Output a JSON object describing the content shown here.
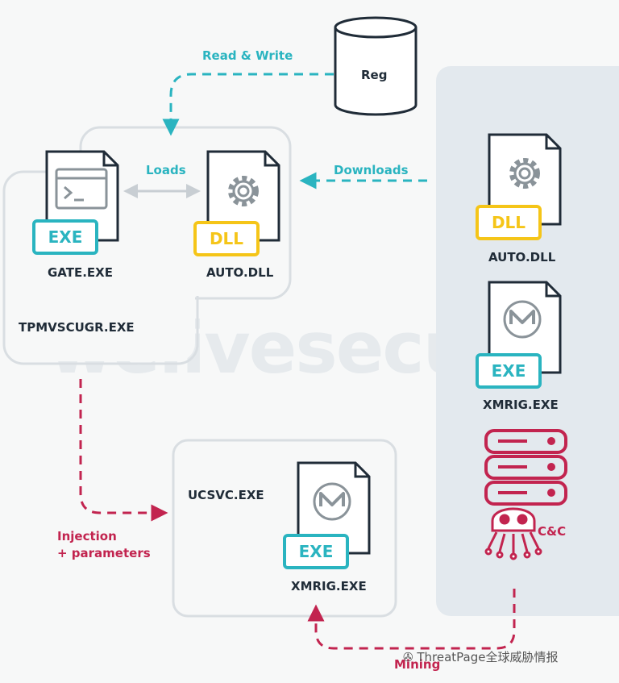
{
  "watermark": "welivesecurity",
  "footer": {
    "text": "ThreatPage全球威胁情报",
    "icon": "wechat-icon"
  },
  "nodes": {
    "reg": "Reg",
    "tpmvscugr": "TPMVSCUGR.EXE",
    "gate": "GATE.EXE",
    "auto_dll_local": "AUTO.DLL",
    "ucsvc": "UCSVC.EXE",
    "xmrig_local": "XMRIG.EXE",
    "auto_dll_remote": "AUTO.DLL",
    "xmrig_remote": "XMRIG.EXE",
    "cnc": "C&C"
  },
  "badges": {
    "exe": "EXE",
    "dll": "DLL"
  },
  "edges": {
    "read_write": "Read & Write",
    "loads": "Loads",
    "downloads": "Downloads",
    "injection_1": "Injection",
    "injection_2": "+ parameters",
    "mining": "Mining"
  },
  "colors": {
    "teal": "#2ab4c0",
    "crimson": "#c2244f",
    "yellow": "#f5c518",
    "dark": "#202c38",
    "panel": "#e3e9ee",
    "gray": "#8a9399"
  }
}
